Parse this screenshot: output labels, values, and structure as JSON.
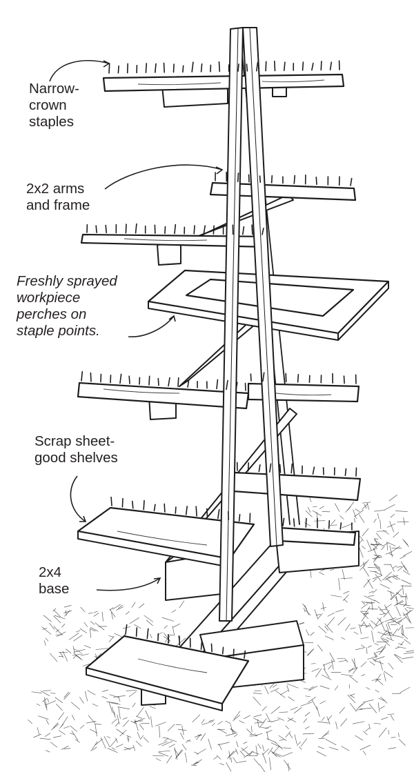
{
  "labels": [
    {
      "id": "narrow-crown-staples",
      "text": "Narrow-\ncrown\nstaples",
      "italic": false
    },
    {
      "id": "arms-and-frame",
      "text": "2x2 arms\nand frame",
      "italic": false
    },
    {
      "id": "freshly-sprayed",
      "text": "Freshly sprayed\nworkpiece\nperches on\nstaple points.",
      "italic": true
    },
    {
      "id": "scrap-shelves",
      "text": "Scrap sheet-\ngood shelves",
      "italic": false
    },
    {
      "id": "base",
      "text": "2x4\nbase",
      "italic": false
    }
  ],
  "colors": {
    "ink": "#1d1b1c",
    "paper": "#ffffff",
    "label_text": "#231f20"
  }
}
